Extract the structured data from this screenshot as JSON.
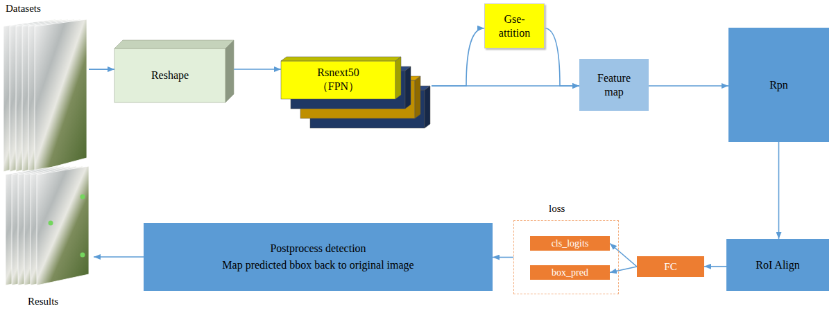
{
  "diagram": {
    "nodes": [
      {
        "text": [
          "Datasets"
        ]
      },
      {
        "text": [
          "Reshape"
        ]
      },
      {
        "text": [
          "Rsnext50 （FPN）"
        ]
      },
      {
        "text": [
          "Gse- attition"
        ]
      },
      {
        "text": [
          "Feature map"
        ]
      },
      {
        "text": [
          "Rpn"
        ]
      },
      {
        "text": [
          "Results"
        ]
      },
      {
        "text": [
          "Postprocess detection",
          "Map predicted bbox back to original image"
        ]
      },
      {
        "text": [
          "loss"
        ]
      },
      {
        "text": [
          "cls_logits"
        ],
        "in": 8
      },
      {
        "text": [
          "box_pred"
        ],
        "in": 8
      },
      {
        "text": [
          "FC"
        ]
      },
      {
        "text": [
          "RoI Align"
        ]
      }
    ],
    "edges": [
      {
        "from": 0,
        "to": 1,
        "arrow": "to"
      },
      {
        "from": 1,
        "to": 2,
        "arrow": "to"
      },
      {
        "from": 2,
        "to": 4,
        "arrow": "to"
      },
      {
        "from": 2,
        "to": 3,
        "arrow": "to"
      },
      {
        "from": 3,
        "to": 4,
        "arrow": "to"
      },
      {
        "from": 4,
        "to": 5,
        "arrow": "to"
      },
      {
        "from": 5,
        "to": 12,
        "arrow": "to"
      },
      {
        "from": 12,
        "to": 11,
        "arrow": "to"
      },
      {
        "from": 11,
        "to": 9,
        "arrow": "to"
      },
      {
        "from": 11,
        "to": 10,
        "arrow": "to"
      },
      {
        "from": 8,
        "to": 7,
        "arrow": "to"
      },
      {
        "from": 7,
        "to": 6,
        "arrow": "to"
      }
    ]
  }
}
